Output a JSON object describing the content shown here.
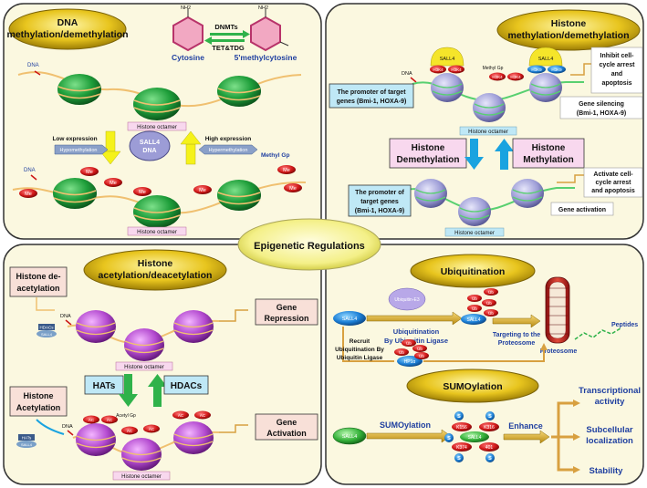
{
  "center": {
    "title": "Epigenetic Regulations"
  },
  "dna_panel": {
    "title_line1": "DNA",
    "title_line2": "methylation/demethylation",
    "nh2_left": "NH2",
    "nh2_right": "NH2",
    "dnmts": "DNMTs",
    "tet_tdg": "TET&TDG",
    "cytosine": "Cytosine",
    "methylcytosine": "5'methylcytosine",
    "dna_label_top": "DNA",
    "dna_label_bottom": "DNA",
    "histone_octamer_top": "Histone octamer",
    "histone_octamer_bottom": "Histone octamer",
    "low_expression": "Low expression",
    "hypomethylation": "Hypomethylation",
    "sall4_dna_line1": "SALL4",
    "sall4_dna_line2": "DNA",
    "high_expression": "High expression",
    "hypermethylation": "Hypermethylation",
    "methyl_gp": "Methyl Gp",
    "me": "Me"
  },
  "histone_methylation_panel": {
    "title_line1": "Histone",
    "title_line2": "methylation/demethylation",
    "sall4": "SALL4",
    "h3k4": "H3K4",
    "h3k9": "H3K9",
    "methyl_gp": "Methyl Gp",
    "dna": "DNA",
    "promoter_top": [
      "The promoter of target",
      "genes (Bmi-1, HOXA-9)"
    ],
    "inhibit": [
      "Inhibit cell-",
      "cycle arrest",
      "and",
      "apoptosis"
    ],
    "gene_silencing": [
      "Gene silencing",
      "(Bmi-1, HOXA-9)"
    ],
    "histone_octamer_top": "Histone octamer",
    "demethylation": [
      "Histone",
      "Demethylation"
    ],
    "methylation": [
      "Histone",
      "Methylation"
    ],
    "promoter_bottom": [
      "The promoter of",
      "target genes",
      "(Bmi-1, HOXA-9)"
    ],
    "activate": [
      "Activate cell-",
      "cycle arrest",
      "and apoptosis"
    ],
    "gene_activation": "Gene activation",
    "histone_octamer_bottom": "Histone octamer"
  },
  "acetylation_panel": {
    "title_line1": "Histone",
    "title_line2": "acetylation/deacetylation",
    "deacetylation": [
      "Histone de-",
      "acetylation"
    ],
    "hdacs_small": "HDACs",
    "sall4": "SALL4",
    "dna_top": "DNA",
    "gene_repression": [
      "Gene",
      "Repression"
    ],
    "histone_octamer_top": "Histone octamer",
    "hats": "HATs",
    "hdacs": "HDACs",
    "acetylation": [
      "Histone",
      "Acetylation"
    ],
    "acetyl_gp": "Acetyl Gp",
    "dna_bottom": "DNA",
    "hats_small": "HATs",
    "ac": "AC",
    "gene_activation": [
      "Gene",
      "Activation"
    ],
    "histone_octamer_bottom": "Histone octamer"
  },
  "ubiquitination_panel": {
    "title": "Ubiquitination",
    "sall4": "SALL4",
    "ubiquitin_e3": "Ubiquitin-E3",
    "ub": "Ub",
    "ubiquitination_line1": "Ubiquitination",
    "ubiquitination_line2": "By Ubiquitin Ligase",
    "targeting": [
      "Targeting to the",
      "Proteosome"
    ],
    "proteosome": "Proteosome",
    "peptides": "Peptides",
    "recruit": [
      "Recruit",
      "Ubiquitination By",
      "Ubiquitin Ligase"
    ],
    "hp1a": "HP1α"
  },
  "sumoylation_panel": {
    "title": "SUMOylation",
    "sall4": "SALL4",
    "sumoylation_label": "SUMOylation",
    "s": "S",
    "k156": "K156",
    "k316": "K316",
    "k374": "K374",
    "k401": "401",
    "enhance": "Enhance",
    "transcriptional": [
      "Transcriptional",
      "activity"
    ],
    "subcellular": [
      "Subcellular",
      "localization"
    ],
    "stability": "Stability"
  },
  "colors": {
    "panel_fill": "#fbf8e0",
    "panel_border": "#333333",
    "title_gold": "#e2c21b",
    "nucleosome_green": "#1e9e3a",
    "nucleosome_purple": "#b44bd0",
    "nucleosome_lavender": "#a4a4d8",
    "me_red": "#cc1515",
    "pink_label": "#f8d8ee",
    "blue_label": "#bfe8f6",
    "yellow_arrow": "#f5f21a",
    "green_arrow": "#2fb24a",
    "blue_arrow": "#1aa3e0",
    "dna_strand": "#f0c070"
  }
}
